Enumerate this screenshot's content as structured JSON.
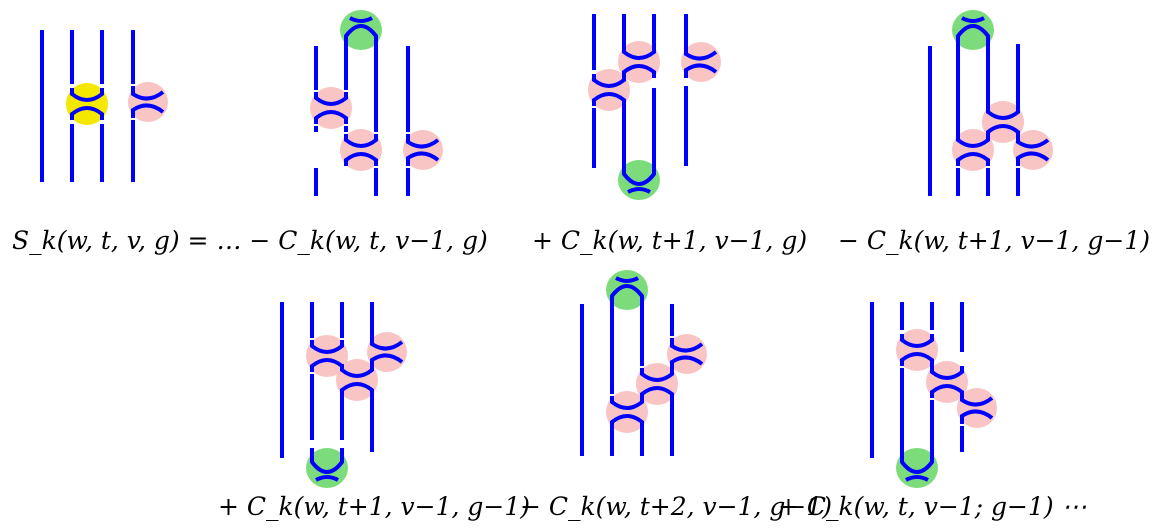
{
  "colors": {
    "strand": "#0000ff",
    "crossing": "#f8c4c4",
    "cap": "#7cdc7c",
    "highlight": "#f4e800"
  },
  "equation": {
    "line1": [
      "S_k(w, t, v, g) = … − C_k(w, t, v−1, g)",
      "+  C_k(w, t+1, v−1, g)",
      "− C_k(w, t+1, v−1, g−1)"
    ],
    "line2": [
      "+ C_k(w, t+1, v−1, g−1)",
      "− C_k(w, t+2, v−1, g−1)",
      "+ C_k(w, t, v−1; g−1)  ⋯"
    ]
  }
}
